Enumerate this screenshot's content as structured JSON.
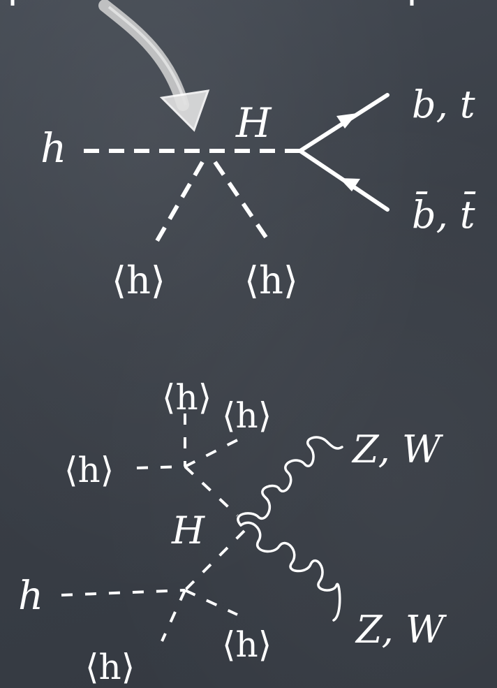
{
  "top_diagram": {
    "incoming_label": "h",
    "mediator_label": "H",
    "fermion_out_label": "b, t",
    "antifermion_out_label": "b̄, t̄",
    "vev_left_label": "⟨h⟩",
    "vev_right_label": "⟨h⟩"
  },
  "bottom_diagram": {
    "incoming_label": "h",
    "mediator_label": "H",
    "vev_top_label": "⟨h⟩",
    "vev_top_right_label": "⟨h⟩",
    "vev_left_label": "⟨h⟩",
    "vev_bottom_left_label": "⟨h⟩",
    "vev_bottom_right_label": "⟨h⟩",
    "boson_upper_label": "Z, W",
    "boson_lower_label": "Z, W"
  },
  "colors": {
    "background": "#3a3f47",
    "ink": "#ffffff",
    "chalk_arrow": "#d8d8d8"
  }
}
